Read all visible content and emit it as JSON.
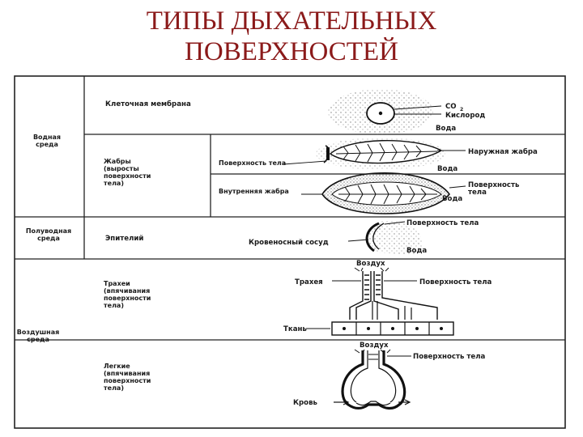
{
  "title": {
    "line1": "ТИПЫ ДЫХАТЕЛЬНЫХ",
    "line2": "ПОВЕРХНОСТЕЙ"
  },
  "environments": {
    "water": [
      "Водная",
      "среда"
    ],
    "semiaquatic": [
      "Полуводная",
      "среда"
    ],
    "air": [
      "Воздушная",
      "среда"
    ]
  },
  "rows": {
    "cell_membrane": "Клеточная мембрана",
    "gills": [
      "Жабры",
      "(выросты",
      "поверхности",
      "тела)"
    ],
    "epithelium": "Эпителий",
    "tracheae": [
      "Трахеи",
      "(впячивания",
      "поверхности",
      "тела)"
    ],
    "lungs": [
      "Легкие",
      "(впячивания",
      "поверхности",
      "тела)"
    ]
  },
  "sub_rows": {
    "body_surface": "Поверхность тела",
    "internal_gill": "Внутренняя жабра"
  },
  "annotations": {
    "co2": "CO",
    "co2_sub": "2",
    "oxygen": "Кислород",
    "water": "Вода",
    "external_gill": "Наружная жабра",
    "body_surface": "Поверхность тела",
    "body_surface_split": [
      "Поверхность",
      "тела"
    ],
    "blood_vessel": "Кровеносный сосуд",
    "trachea": "Трахея",
    "air": "Воздух",
    "tissue": "Ткань",
    "blood": "Кровь"
  }
}
